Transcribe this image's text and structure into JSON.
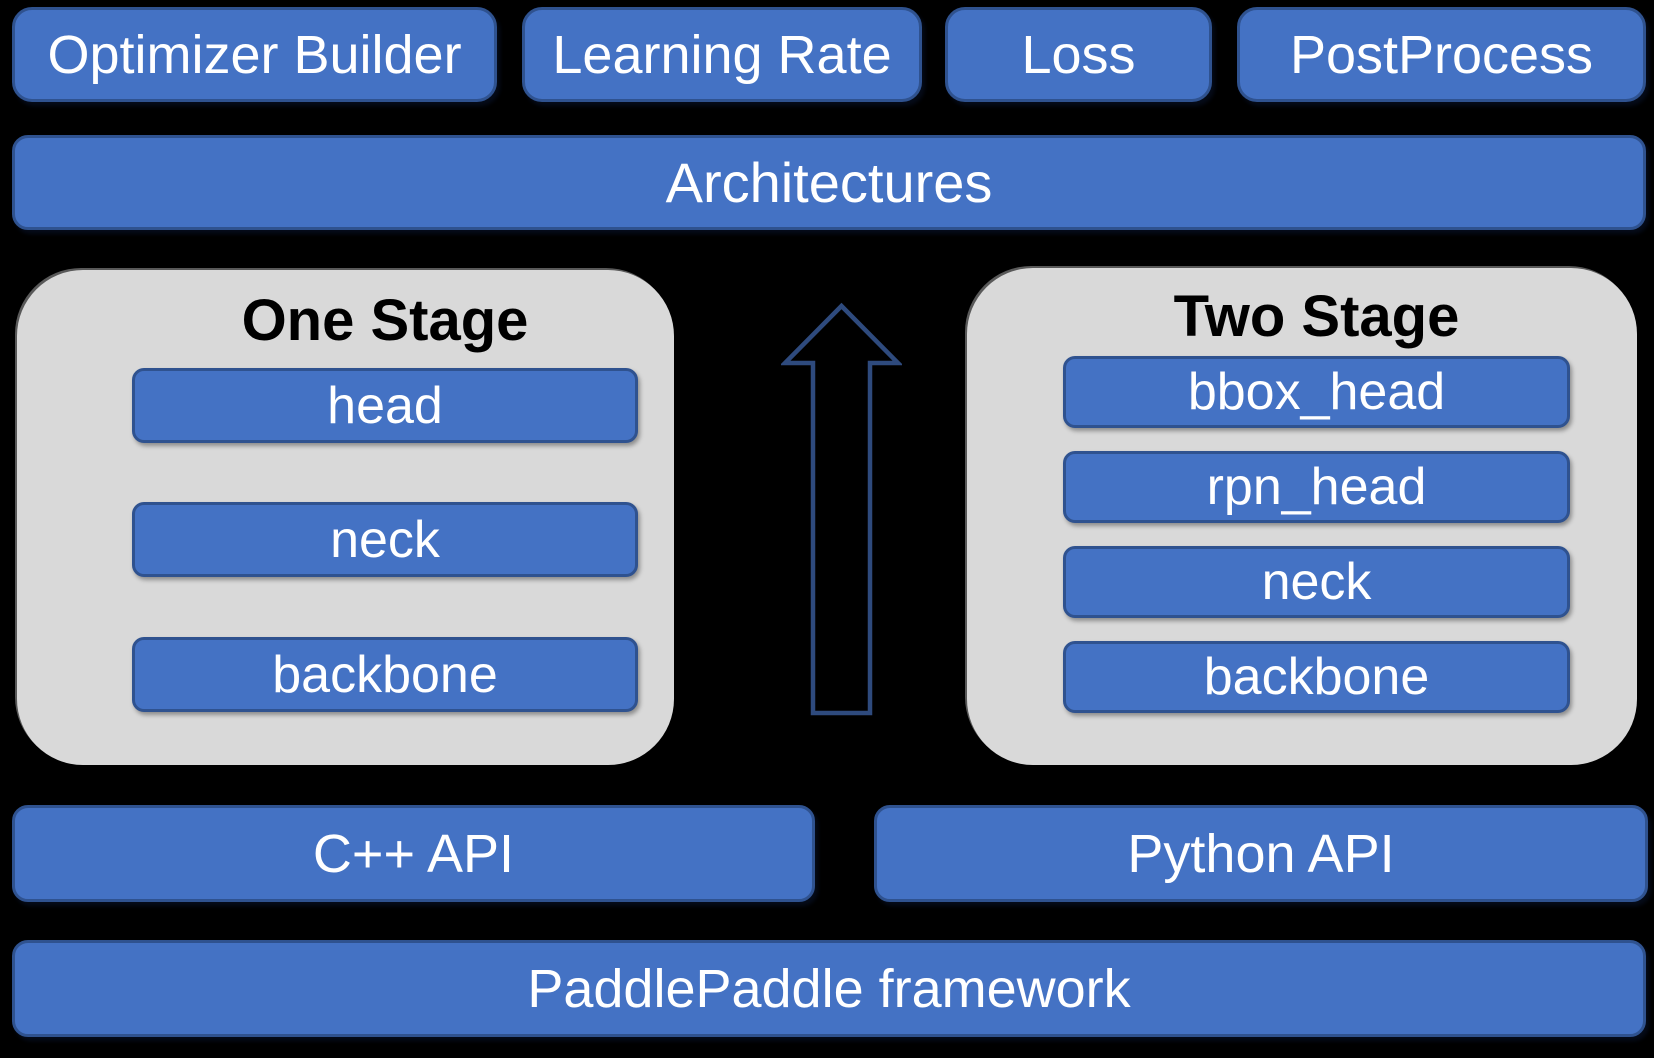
{
  "colors": {
    "background": "#000000",
    "box-blue": "#4472C4",
    "box-blue-border": "#2F528F",
    "panel-gray": "#D9D9D9",
    "arrow-outline": "#2E4A7D",
    "text-light": "#FFFFFF",
    "text-dark": "#000000"
  },
  "top_row": {
    "boxes": [
      "Optimizer Builder",
      "Learning Rate",
      "Loss",
      "PostProcess"
    ]
  },
  "architectures": {
    "label": "Architectures"
  },
  "one_stage": {
    "title": "One Stage",
    "layers": [
      "head",
      "neck",
      "backbone"
    ]
  },
  "two_stage": {
    "title": "Two Stage",
    "layers": [
      "bbox_head",
      "rpn_head",
      "neck",
      "backbone"
    ]
  },
  "arrow": {
    "icon": "up-arrow-icon",
    "direction": "up"
  },
  "apis": {
    "cpp": "C++ API",
    "python": "Python API"
  },
  "framework": {
    "label": "PaddlePaddle framework"
  }
}
